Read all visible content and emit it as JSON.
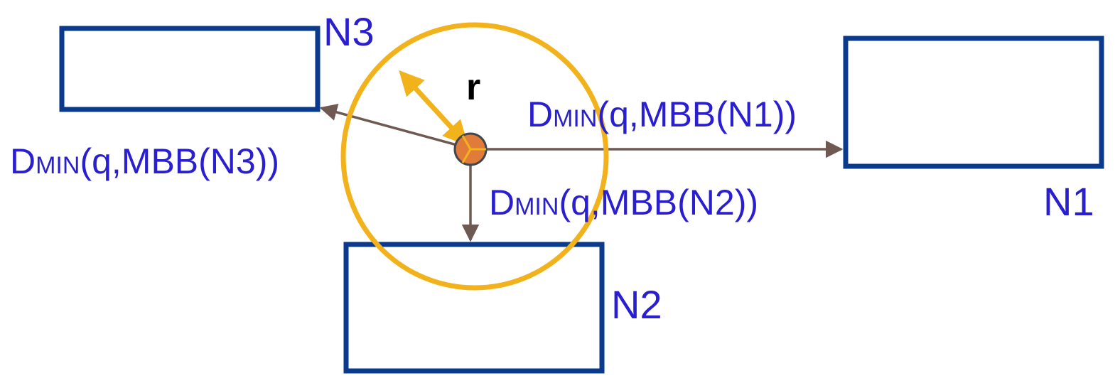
{
  "colors": {
    "node_border": "#0a3a8c",
    "label_text": "#2a1fd0",
    "circle": "#f2b21b",
    "arrow": "#6e5a52",
    "query_point": "#e07b39",
    "radius_text": "#000000"
  },
  "nodes": [
    {
      "id": "n1",
      "label": "N1"
    },
    {
      "id": "n2",
      "label": "N2"
    },
    {
      "id": "n3",
      "label": "N3"
    }
  ],
  "radius_label": "r",
  "distances": [
    {
      "target": "n1",
      "main": "D",
      "sub": "MIN",
      "rest": "(q,MBB(N1))"
    },
    {
      "target": "n2",
      "main": "D",
      "sub": "MIN",
      "rest": "(q,MBB(N2))"
    },
    {
      "target": "n3",
      "main": "D",
      "sub": "MIN",
      "rest": "(q,MBB(N3))"
    }
  ]
}
